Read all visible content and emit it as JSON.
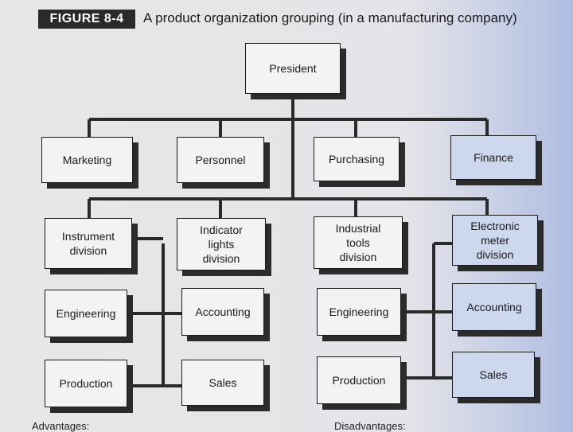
{
  "figure": {
    "label": "FIGURE 8-4",
    "title": "A product organization grouping (in a manufacturing company)"
  },
  "org_chart": {
    "president": "President",
    "departments": [
      "Marketing",
      "Personnel",
      "Purchasing",
      "Finance"
    ],
    "divisions": [
      {
        "name": "Instrument division",
        "units": [
          "Engineering",
          "Production"
        ]
      },
      {
        "name": "Indicator lights division",
        "units": [
          "Accounting",
          "Sales"
        ]
      },
      {
        "name": "Industrial tools division",
        "units": [
          "Engineering",
          "Production"
        ]
      },
      {
        "name": "Electronic meter division",
        "units": [
          "Accounting",
          "Sales"
        ]
      }
    ]
  },
  "footer": {
    "left": "Advantages:",
    "right": "Disadvantages:"
  },
  "colors": {
    "box": "#f4f3f4",
    "box_blue": "#cdd8ef",
    "line": "#2a2a2a"
  }
}
